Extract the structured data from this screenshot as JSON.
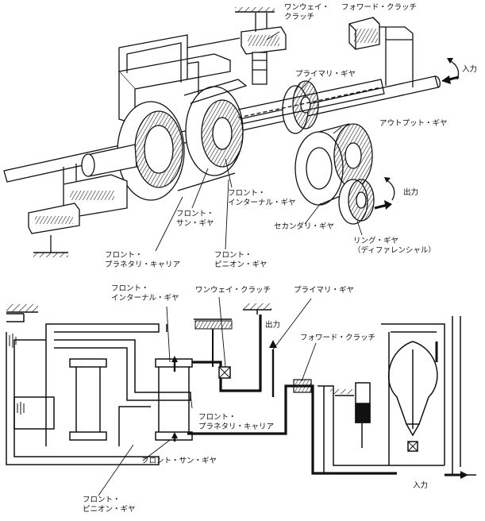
{
  "upper_diagram": {
    "labels": {
      "oneway_clutch": [
        "ワンウェイ・",
        "クラッチ"
      ],
      "forward_clutch": "フォワード・クラッチ",
      "primary_gear": "プライマリ・ギヤ",
      "output_gear": "アウトプット・ギヤ",
      "input": "入力",
      "output": "出力",
      "front_internal_gear": [
        "フロント・",
        "インターナル・ギヤ"
      ],
      "front_sun_gear": [
        "フロント・",
        "サン・ギヤ"
      ],
      "secondary_gear": "セカンダリ・ギヤ",
      "ring_gear": [
        "リング・ギヤ",
        "（ディファレンシャル）"
      ],
      "front_planetary_carrier": [
        "フロント・",
        "プラネタリ・キャリア"
      ],
      "front_pinion_gear": [
        "フロント・",
        "ピニオン・ギヤ"
      ]
    }
  },
  "lower_diagram": {
    "labels": {
      "front_internal_gear": [
        "フロント・",
        "インターナル・ギヤ"
      ],
      "oneway_clutch": "ワンウェイ・クラッチ",
      "primary_gear": "プライマリ・ギヤ",
      "output": "出力",
      "forward_clutch": "フォワード・クラッチ",
      "front_planetary_carrier": [
        "フロント・",
        "プラネタリ・キャリア"
      ],
      "front_sun_gear": "フロント・サン・ギヤ",
      "input": "入力",
      "front_pinion_gear": [
        "フロント・",
        "ピニオン・ギヤ"
      ]
    }
  }
}
